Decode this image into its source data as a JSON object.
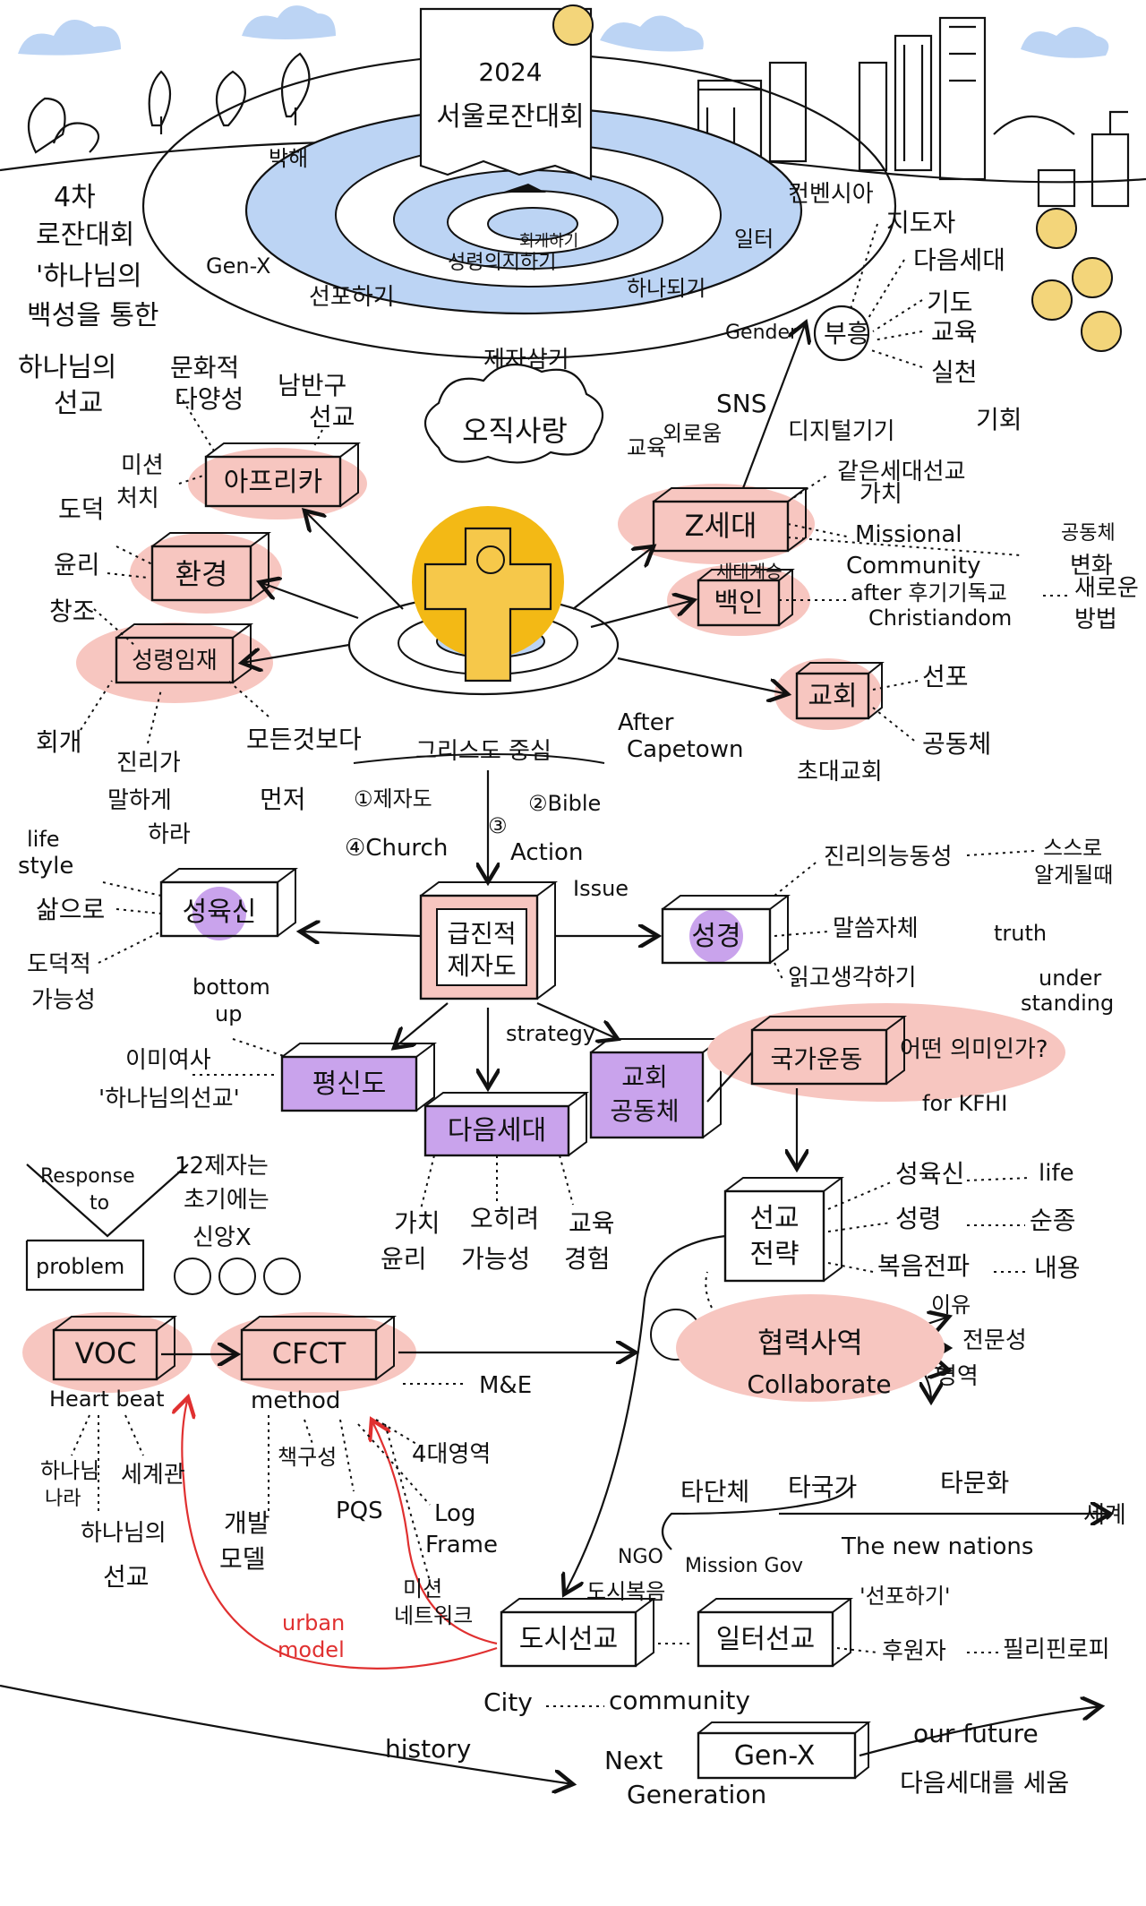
{
  "banner": {
    "year": "2024",
    "title": "서울로잔대회"
  },
  "spiral": {
    "outer_labels": [
      "박해",
      "Gen-X",
      "선포하기",
      "제자삼기",
      "일터",
      "컨벤시아"
    ],
    "inner_labels": [
      "회개하기",
      "성령의지하기",
      "하나되기"
    ]
  },
  "left_intro": [
    "4차",
    "로잔대회",
    "'하나님의",
    "백성을 통한",
    "하나님의",
    "선교"
  ],
  "cloud": "오직사랑",
  "center_caption": "그리스도 중심",
  "after_capetown": [
    "After",
    "Capetown"
  ],
  "numbered": {
    "n1": "①제자도",
    "n2": "②Bible",
    "n3": "③",
    "n3b": "Action",
    "n4": "④Church"
  },
  "boxes": {
    "africa": "아프리카",
    "env": "환경",
    "holistic": "성령임재",
    "zgen": "Z세대",
    "back": "백인",
    "church": "교회",
    "disciple": [
      "급진적",
      "제자도"
    ],
    "sexuality": "성육신",
    "scripture": "성경",
    "pyung": "평신도",
    "next": "다음세대",
    "community": [
      "교회",
      "공동체"
    ],
    "global": "국가운동",
    "mission": [
      "선교",
      "전략"
    ],
    "voc": "VOC",
    "cfct": "CFCT",
    "city": "도시선교",
    "work": "일터선교",
    "genx": "Gen-X"
  },
  "labels": {
    "culture": [
      "문화적",
      "다양성"
    ],
    "southamerica": [
      "남반구",
      "선교"
    ],
    "mission_post": [
      "미션",
      "처치"
    ],
    "moral": "도덕",
    "ethics": "윤리",
    "creation": "창조",
    "repent": "회개",
    "truth": [
      "진리가",
      "말하게",
      "하라"
    ],
    "first": [
      "모든것보다",
      "먼저"
    ],
    "sns": "SNS",
    "edu": "교육",
    "lonely": "외로움",
    "digital": "디지털기기",
    "opportunity": "기회",
    "next_mission": "같은세대선교",
    "value": "가치",
    "missional": [
      "Missional",
      "Community"
    ],
    "community_change": [
      "공동체",
      "변화"
    ],
    "gen_inherit": "세대계승",
    "after_christ": [
      "after 후기기독교",
      "Christiandom"
    ],
    "new_way": [
      "새로운",
      "방법"
    ],
    "proclaim": "선포",
    "communal": "공동체",
    "early_church": "초대교회",
    "gender": "Gender",
    "revival": "부흥",
    "leader": "지도자",
    "nextgen": "다음세대",
    "prayer": "기도",
    "education": "교육",
    "practice": "실천",
    "lifestyle": [
      "life",
      "style"
    ],
    "living": "삶으로",
    "moral_possible": [
      "도덕적",
      "가능성"
    ],
    "issue": "Issue",
    "truth_power": "진리의능동성",
    "self_know": [
      "스스로",
      "알게될때"
    ],
    "word_itself": "말씀자체",
    "truth_en": "truth",
    "read_think": "읽고생각하기",
    "understanding": [
      "under",
      "standing"
    ],
    "bottom_up": [
      "bottom",
      "up"
    ],
    "strategy": "strategy",
    "immigrant": "이미여사",
    "god_mission": "'하나님의선교'",
    "meaning": "어떤 의미인가?",
    "for_kfhi": "for KFHI",
    "response": [
      "Response",
      "to"
    ],
    "problem": "problem",
    "twelve": [
      "12제자는",
      "초기에는"
    ],
    "faith_x": "신앙X",
    "value_eth": [
      "가치",
      "윤리"
    ],
    "rather": [
      "오히려",
      "가능성"
    ],
    "edu_exp": [
      "교육",
      "경험"
    ],
    "incarnation_life": "life",
    "holyspirit": "성령",
    "obey": "순종",
    "gospel": "복음전파",
    "content": "내용",
    "cooperation": [
      "협력사역",
      "Collaborate"
    ],
    "reason": "이유",
    "expert": "전문성",
    "region": "영역",
    "heartbeat": "Heart beat",
    "method": "method",
    "me": "M&E",
    "god_kingdom": [
      "하나님",
      "나라"
    ],
    "worldview": "세계관",
    "god_mission2": [
      "하나님의",
      "선교"
    ],
    "book": "책구성",
    "pqs": "PQS",
    "dev_model": [
      "개발",
      "모델"
    ],
    "log": [
      "Log",
      "Frame"
    ],
    "four_area": "4대영역",
    "mission_net": [
      "미션",
      "네트워크"
    ],
    "urban": [
      "urban",
      "model"
    ],
    "city_gospel": "도시복음",
    "other_body": "타단체",
    "other_country": "타국가",
    "other_culture": "타문화",
    "world": "세계",
    "ngo": "NGO",
    "mission_gov": "Mission Gov",
    "new_nations": "The new nations",
    "proclaim2": "'선포하기'",
    "supporter": "후원자",
    "philippines": "필리핀로피",
    "city_en": "City",
    "community_en": "community",
    "history": "history",
    "next_generation": [
      "Next",
      "Generation"
    ],
    "our_future": "our future",
    "raise": "다음세대를 세움"
  },
  "colors": {
    "pink": "#f7c6c0",
    "purple": "#c9a3ec",
    "blue": "#a9c8ef",
    "yellow": "#f3b915",
    "red": "#e03030"
  }
}
